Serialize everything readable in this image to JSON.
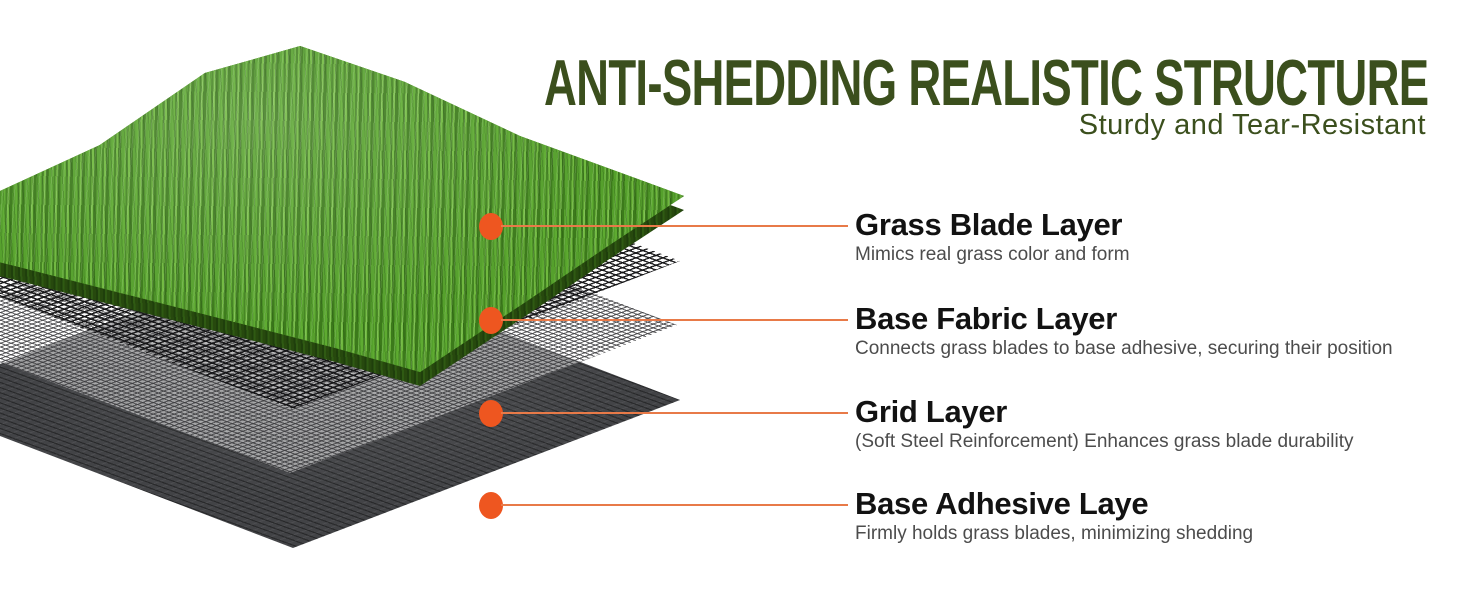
{
  "header": {
    "title": "ANTI-SHEDDING REALISTIC STRUCTURE",
    "subtitle": "Sturdy and Tear-Resistant"
  },
  "palette": {
    "heading_green": "#3b4f1d",
    "accent_dot_orange": "#ee5620",
    "leader_line_orange": "#e87a48",
    "grass_green": "#4d9226",
    "adhesive_gray": "#424346"
  },
  "callouts": [
    {
      "title": "Grass Blade Layer",
      "description": "Mimics real grass color and form"
    },
    {
      "title": "Base Fabric Layer",
      "description": "Connects grass blades to base adhesive, securing their position"
    },
    {
      "title": "Grid Layer",
      "description": "(Soft Steel Reinforcement) Enhances grass blade durability"
    },
    {
      "title": "Base Adhesive Laye",
      "description": "Firmly holds grass blades, minimizing shedding"
    }
  ]
}
